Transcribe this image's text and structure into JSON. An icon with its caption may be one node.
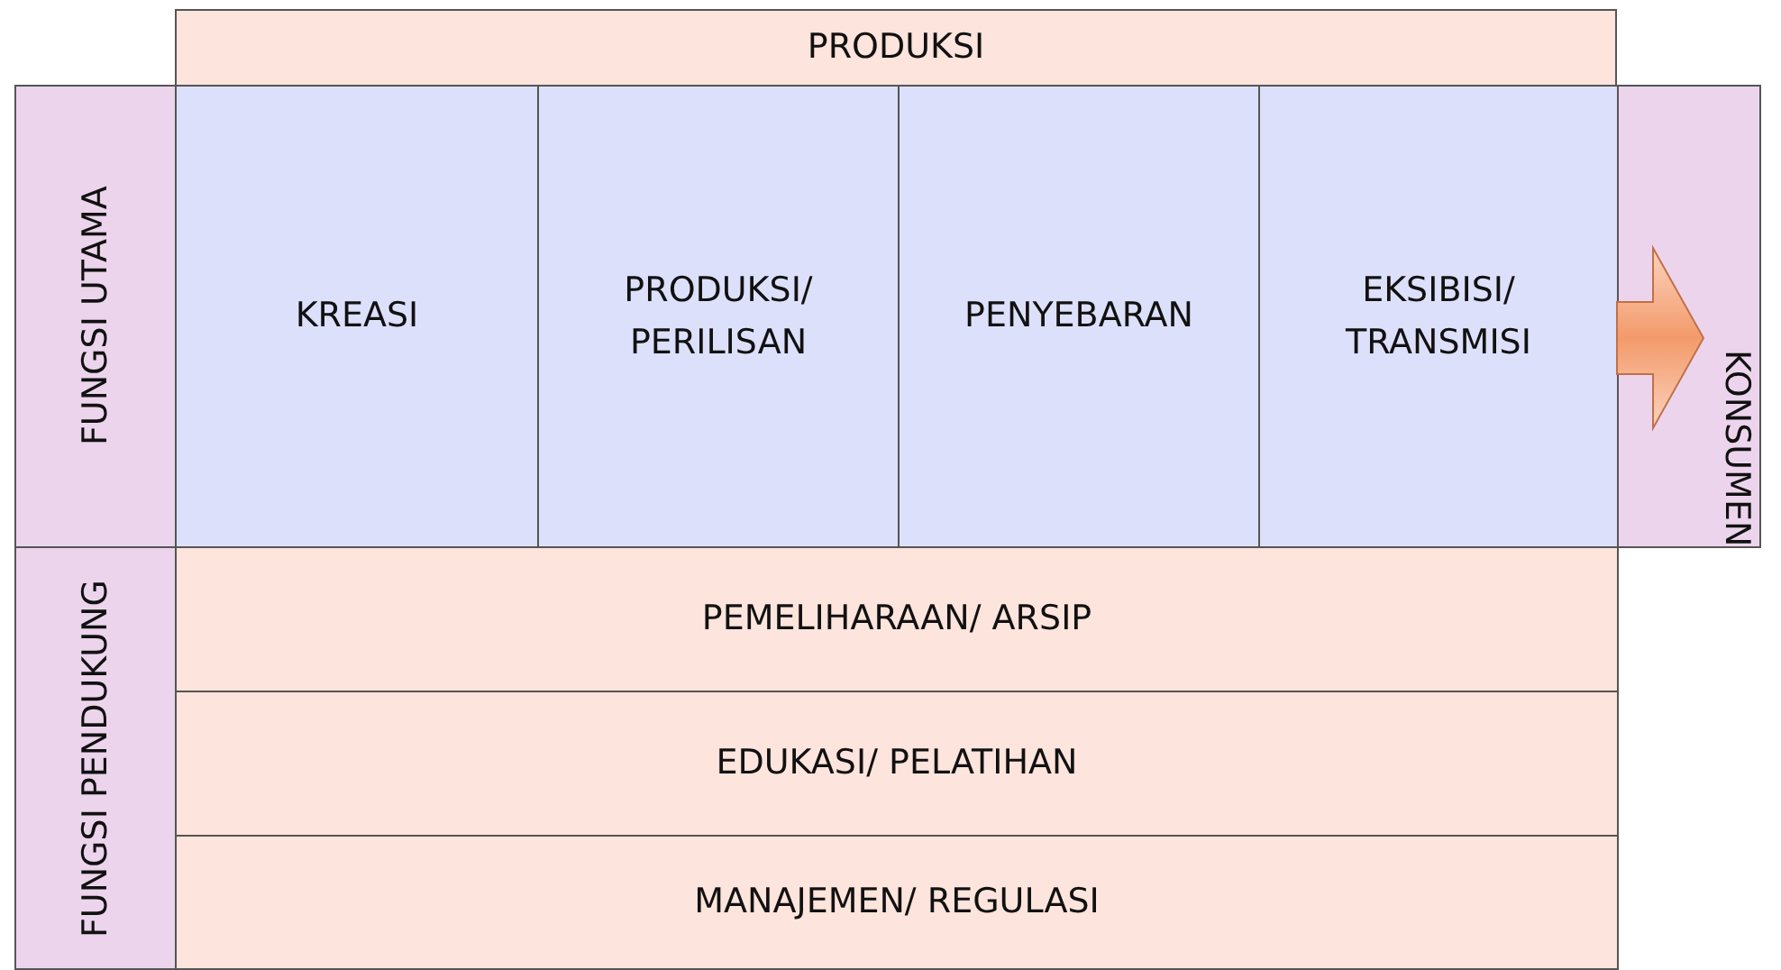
{
  "diagram": {
    "nodes": [
      {
        "text": [
          "PRODUKSI"
        ]
      },
      {
        "text": [
          "FUNGSI UTAMA"
        ]
      },
      {
        "text": [
          "KREASI"
        ]
      },
      {
        "text": [
          "PRODUKSI/ PERILISAN"
        ]
      },
      {
        "text": [
          "PENYEBARAN"
        ]
      },
      {
        "text": [
          "EKSIBISI/ TRANSMISI"
        ]
      },
      {
        "text": [
          "KONSUMEN"
        ]
      },
      {
        "text": [
          "FUNGSI PENDUKUNG"
        ]
      },
      {
        "text": [
          "PEMELIHARAAN/ ARSIP"
        ]
      },
      {
        "text": [
          "EDUKASI/ PELATIHAN"
        ]
      },
      {
        "text": [
          "MANAJEMEN/ REGULASI"
        ]
      }
    ],
    "edges": [
      {
        "from": 5,
        "to": 6,
        "arrow": "to"
      }
    ]
  }
}
